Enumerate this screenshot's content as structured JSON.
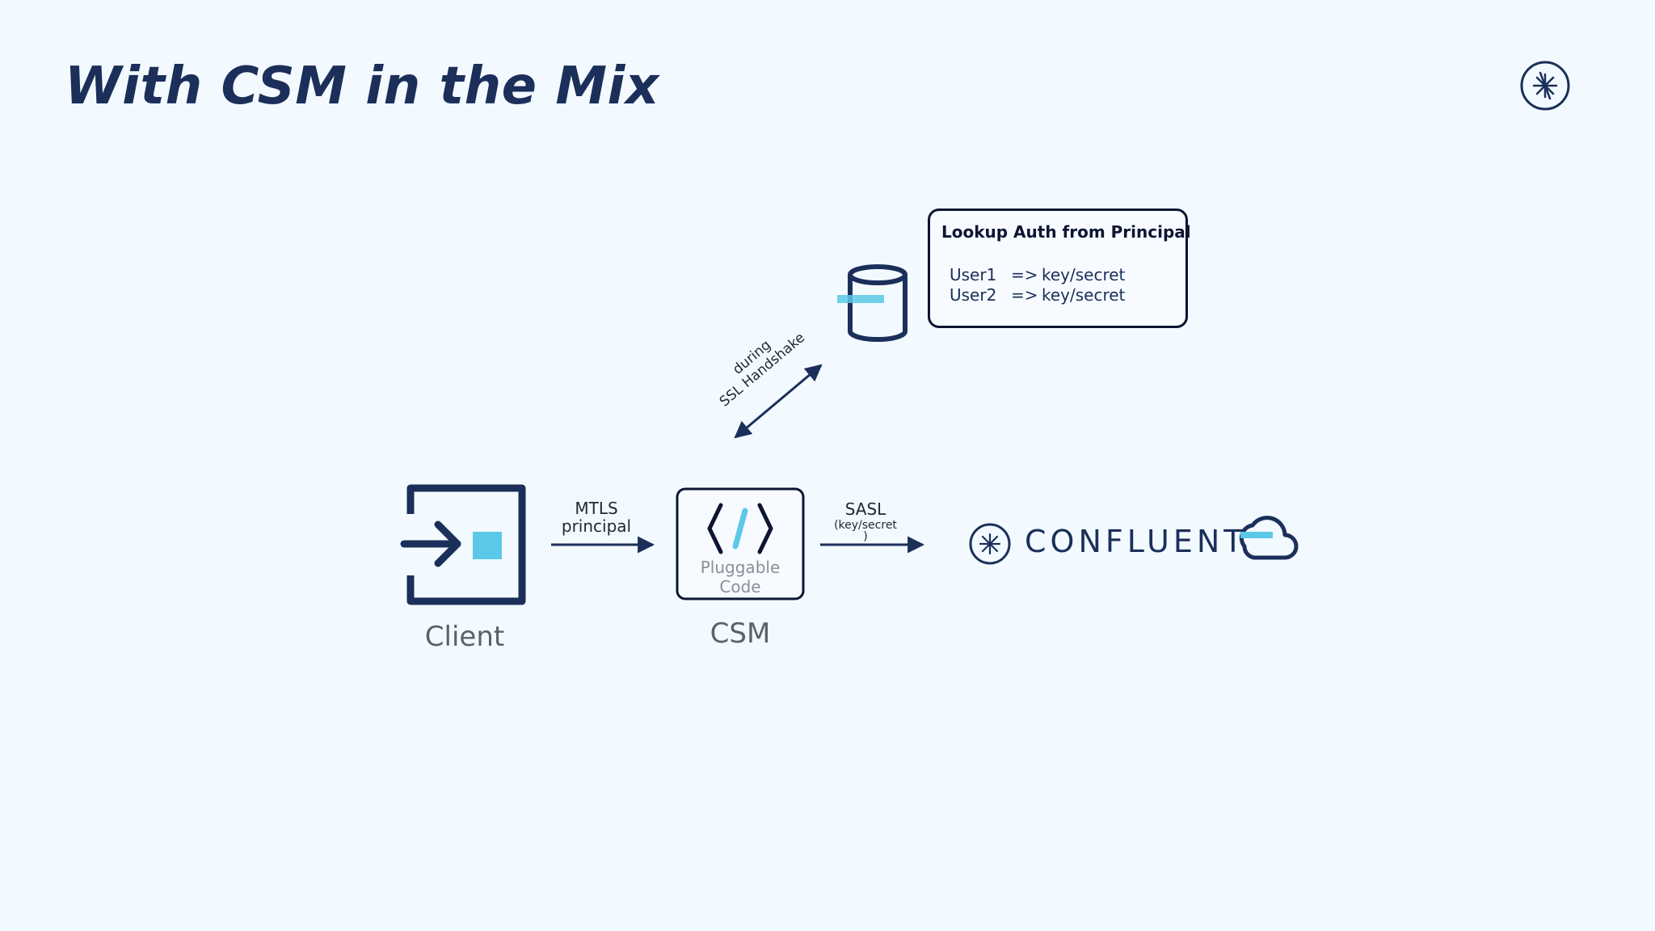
{
  "slide": {
    "title": "With CSM in the Mix"
  },
  "lookup": {
    "title": "Lookup Auth from Principal",
    "rows": [
      {
        "user": "User1",
        "arrow": "=>",
        "value": "key/secret"
      },
      {
        "user": "User2",
        "arrow": "=>",
        "value": "key/secret"
      }
    ]
  },
  "edges": {
    "handshake_line1": "during",
    "handshake_line2": "SSL Handshake",
    "mtls_line1": "MTLS",
    "mtls_line2": "principal",
    "sasl_line1": "SASL",
    "sasl_line2": "(key/secret",
    "sasl_line3": ")"
  },
  "nodes": {
    "client_label": "Client",
    "csm_label": "CSM",
    "csm_inner_line1": "Pluggable",
    "csm_inner_line2": "Code",
    "brand": "CONFLUENT"
  },
  "colors": {
    "navy": "#1b2f5a",
    "dark": "#0d1533",
    "accent": "#5bc8e8",
    "background": "#f3faff"
  }
}
